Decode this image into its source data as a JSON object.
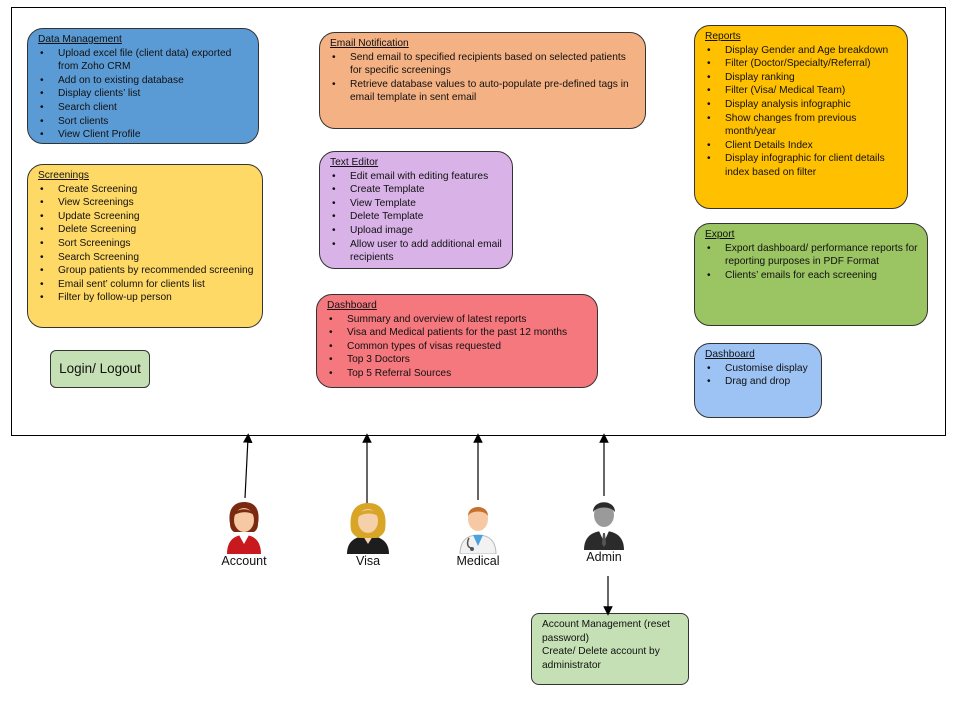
{
  "boxes": {
    "data_management": {
      "title": "Data Management",
      "items": [
        "Upload excel file (client data) exported from Zoho CRM",
        "Add on to existing database",
        "Display clients’ list",
        "Search client",
        "Sort clients",
        "View Client Profile"
      ]
    },
    "screenings": {
      "title": "Screenings",
      "items": [
        "Create Screening",
        "View Screenings",
        "Update Screening",
        "Delete Screening",
        "Sort Screenings",
        "Search Screening",
        "Group patients by recommended screening",
        "Email sent’ column for clients list",
        "Filter by follow-up person"
      ]
    },
    "login": {
      "label": "Login/ Logout"
    },
    "email_notification": {
      "title": "Email Notification",
      "items": [
        "Send email to specified recipients based on selected patients for specific screenings",
        "Retrieve database values to auto-populate pre-defined tags in email template in sent email"
      ]
    },
    "text_editor": {
      "title": "Text Editor",
      "items": [
        "Edit email with editing features",
        "Create Template",
        "View Template",
        "Delete Template",
        "Upload image",
        "Allow user to add additional email recipients"
      ]
    },
    "dashboard_main": {
      "title": "Dashboard",
      "items": [
        "Summary and overview of latest reports",
        "Visa and Medical patients for the past 12 months",
        "Common types of visas requested",
        "Top 3 Doctors",
        "Top 5 Referral Sources"
      ]
    },
    "reports": {
      "title": "Reports",
      "items": [
        "Display Gender and Age breakdown",
        "Filter (Doctor/Specialty/Referral)",
        "Display ranking",
        "Filter (Visa/ Medical Team)",
        "Display analysis infographic",
        "Show changes from previous month/year",
        "Client Details Index",
        "Display infographic for client details index based on filter"
      ]
    },
    "export": {
      "title": "Export",
      "items": [
        "Export dashboard/ performance reports for reporting purposes in PDF Format",
        "Clients’ emails for each screening"
      ]
    },
    "dashboard_custom": {
      "title": "Dashboard",
      "items": [
        "Customise display",
        "Drag and drop"
      ]
    },
    "account_management": {
      "lines": [
        "Account Management (reset password)",
        "Create/ Delete account by administrator"
      ]
    }
  },
  "actors": {
    "account": {
      "label": "Account",
      "icon": "female-user-red-icon"
    },
    "visa": {
      "label": "Visa",
      "icon": "female-user-blonde-icon"
    },
    "medical": {
      "label": "Medical",
      "icon": "doctor-icon"
    },
    "admin": {
      "label": "Admin",
      "icon": "businessman-icon"
    }
  },
  "colors": {
    "data_management": "#5b9bd5",
    "screenings": "#ffd966",
    "login": "#c5e0b4",
    "email_notification": "#f4b183",
    "text_editor": "#d9b3e8",
    "dashboard_main": "#f4787e",
    "reports": "#ffc000",
    "export": "#9bc462",
    "dashboard_custom": "#9dc3f5",
    "account_management": "#c5e0b4"
  }
}
